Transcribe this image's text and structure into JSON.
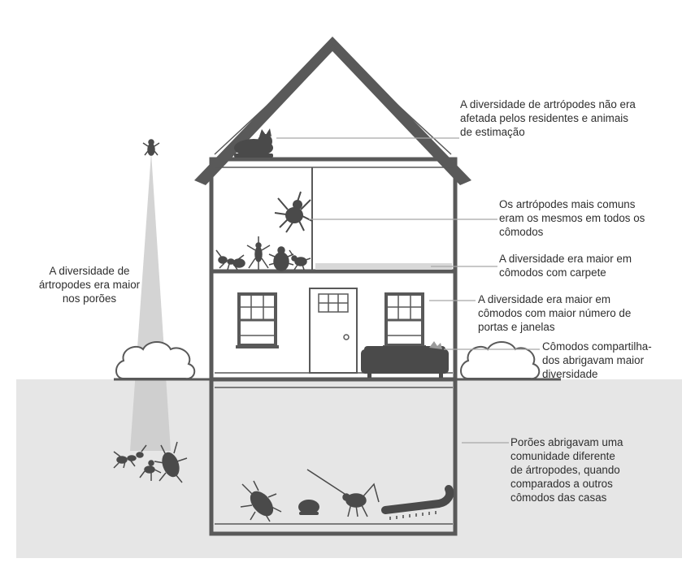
{
  "colors": {
    "house": "#595959",
    "ground": "#e6e6e6",
    "silhouette": "#4a4a4a",
    "leader": "#a8a8a8",
    "beam": "#c9c9c9",
    "text": "#2e2e2e"
  },
  "annotations": {
    "attic": "A diversidade de artrópodes não era\nafetada pelos residentes e animais\nde estimação",
    "common": "Os artrópodes mais comuns\neram os mesmos em todos os\ncômodos",
    "carpet": "A diversidade era maior em\ncômodos com carpete",
    "doors_windows": "A diversidade era maior em\ncômodos com maior número de\nportas e janelas",
    "shared": "Cômodos compartilha-\ndos abrigavam maior\ndiversidade",
    "basement": "Porões abrigavam uma\ncomunidade diferente\nde ártropodes, quando\ncomparados a outros\ncômodos das casas",
    "outside": "A diversidade de\nártropodes era maior\nnos porões"
  },
  "icons": [
    "cat-icon",
    "spider-icon",
    "ant-icon",
    "mosquito-icon",
    "beetle-icon",
    "fly-icon",
    "cockroach-icon",
    "pillbug-icon",
    "cricket-icon",
    "millipede-icon",
    "sofa-icon",
    "bush-icon",
    "window-icon",
    "door-icon"
  ]
}
